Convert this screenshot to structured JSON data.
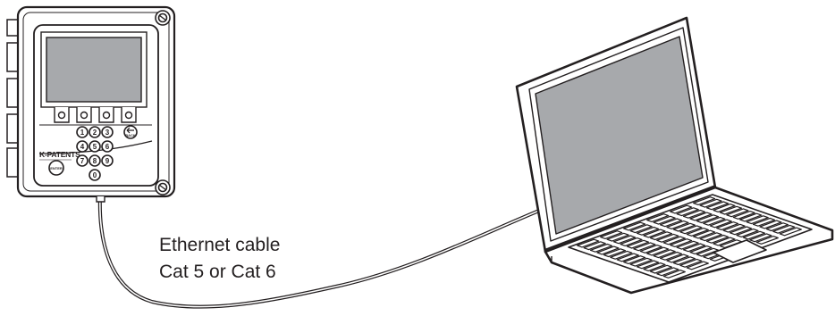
{
  "cable_label": {
    "line1": "Ethernet cable",
    "line2": "Cat 5 or Cat 6"
  },
  "refractometer": {
    "brand_label": "K-PATENTS",
    "keypad_keys": [
      "1",
      "2",
      "3",
      "4",
      "5",
      "6",
      "7",
      "8",
      "9",
      "0"
    ],
    "enter_label": "ENTER",
    "back_label": "BACK"
  },
  "colors": {
    "outline": "#231f20",
    "screen_fill": "#a7a9ac",
    "device_body": "#ffffff"
  },
  "icons": {
    "device": "refractometer-transmitter-icon",
    "laptop": "laptop-icon",
    "cable": "ethernet-cable-icon"
  }
}
